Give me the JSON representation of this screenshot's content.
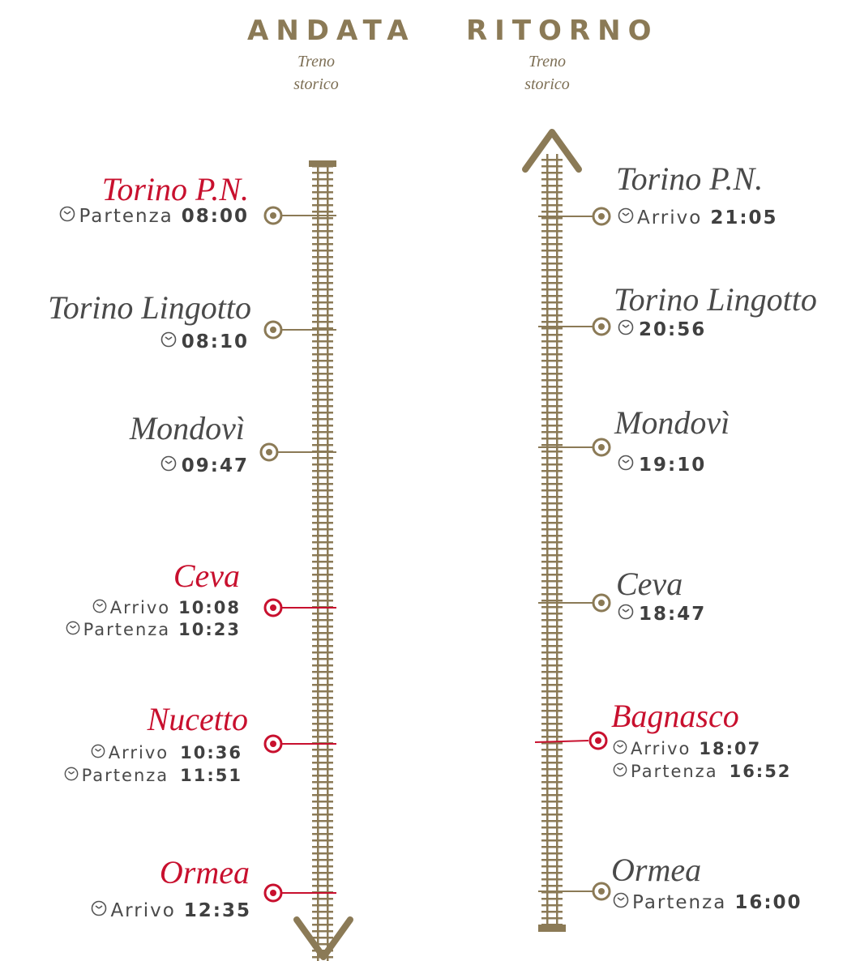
{
  "colors": {
    "gold": "#8b7a56",
    "red": "#c8102e",
    "gray": "#4a4a4a"
  },
  "andata": {
    "title": "ANDATA",
    "subtitle": [
      "Treno",
      "storico"
    ],
    "stops": [
      {
        "name": "Torino P.N.",
        "highlight": true,
        "times": [
          {
            "label": "Partenza",
            "time": "08:00"
          }
        ]
      },
      {
        "name": "Torino Lingotto",
        "highlight": false,
        "times": [
          {
            "label": "",
            "time": "08:10"
          }
        ]
      },
      {
        "name": "Mondovì",
        "highlight": false,
        "times": [
          {
            "label": "",
            "time": "09:47"
          }
        ]
      },
      {
        "name": "Ceva",
        "highlight": true,
        "times": [
          {
            "label": "Arrivo",
            "time": "10:08"
          },
          {
            "label": "Partenza",
            "time": "10:23"
          }
        ]
      },
      {
        "name": "Nucetto",
        "highlight": true,
        "times": [
          {
            "label": "Arrivo",
            "time": "10:36"
          },
          {
            "label": "Partenza",
            "time": "11:51"
          }
        ]
      },
      {
        "name": "Ormea",
        "highlight": true,
        "times": [
          {
            "label": "Arrivo",
            "time": "12:35"
          }
        ]
      }
    ]
  },
  "ritorno": {
    "title": "RITORNO",
    "subtitle": [
      "Treno",
      "storico"
    ],
    "stops": [
      {
        "name": "Torino P.N.",
        "highlight": false,
        "times": [
          {
            "label": "Arrivo",
            "time": "21:05"
          }
        ]
      },
      {
        "name": "Torino Lingotto",
        "highlight": false,
        "times": [
          {
            "label": "",
            "time": "20:56"
          }
        ]
      },
      {
        "name": "Mondovì",
        "highlight": false,
        "times": [
          {
            "label": "",
            "time": "19:10"
          }
        ]
      },
      {
        "name": "Ceva",
        "highlight": false,
        "times": [
          {
            "label": "",
            "time": "18:47"
          }
        ]
      },
      {
        "name": "Bagnasco",
        "highlight": true,
        "times": [
          {
            "label": "Arrivo",
            "time": "18:07"
          },
          {
            "label": "Partenza",
            "time": "16:52"
          }
        ]
      },
      {
        "name": "Ormea",
        "highlight": false,
        "times": [
          {
            "label": "Partenza",
            "time": "16:00"
          }
        ]
      }
    ]
  }
}
